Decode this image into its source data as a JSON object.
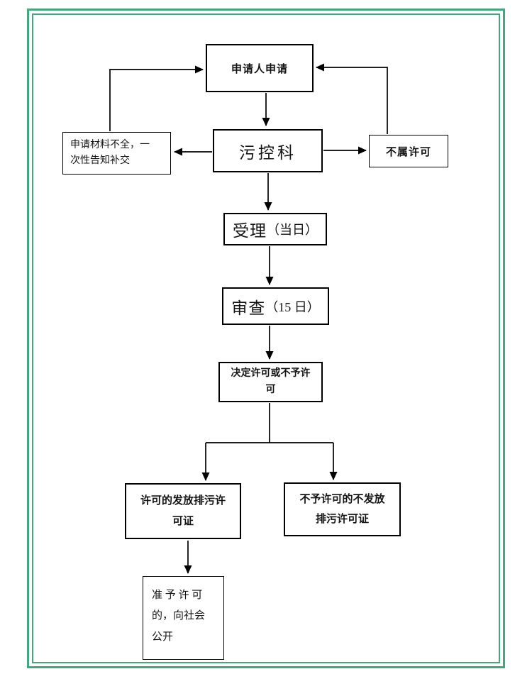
{
  "colors": {
    "frame-green": "#43A67F",
    "line": "#000000",
    "box-border": "#000000",
    "bg": "#FFFFFF"
  },
  "flowchart": {
    "nodes": {
      "applicant": {
        "label": "申请人申请"
      },
      "pollution_control": {
        "label": "污控科"
      },
      "incomplete_materials": {
        "lines": [
          "申请材料不全，一",
          "次性告知补交"
        ]
      },
      "not_permitted": {
        "label": "不属许可"
      },
      "acceptance": {
        "main": "受理",
        "suffix": "（当日）"
      },
      "review": {
        "main": "审查",
        "suffix": "（15 日）"
      },
      "decision": {
        "lines": [
          "决定许可或不予许",
          "可"
        ]
      },
      "issue_permit": {
        "lines": [
          "许可的发放排污许",
          "可证"
        ]
      },
      "deny_permit": {
        "lines": [
          "不予许可的不发放",
          "排污许可证"
        ]
      },
      "publicize": {
        "lines": [
          "准 予 许 可",
          "的，向社会",
          "公开"
        ]
      }
    }
  }
}
